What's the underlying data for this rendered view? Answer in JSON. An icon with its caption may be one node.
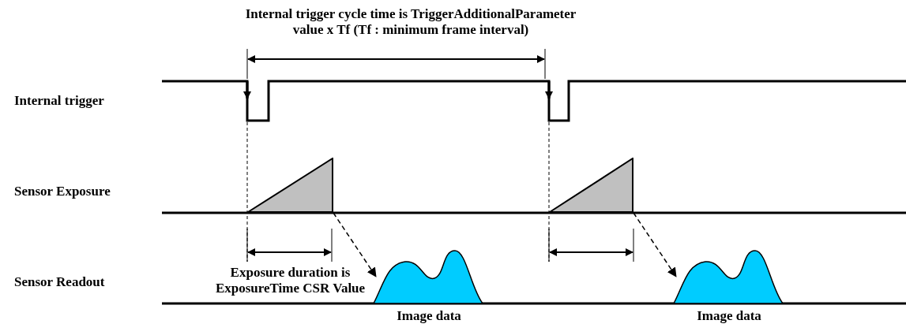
{
  "diagram": {
    "title": "Internal trigger cycle time is TriggerAdditionalParameter value x Tf (Tf : minimum frame interval)",
    "nodes": [
      {
        "text": [],
        "shape": "triangle"
      },
      {
        "text": [],
        "shape": "triangle"
      },
      {
        "text": [
          "Image data"
        ]
      },
      {
        "text": [
          "Image data"
        ]
      }
    ],
    "edges": [
      {
        "from": 0,
        "to": 2,
        "arrow": "to",
        "style": "dashed"
      },
      {
        "from": 1,
        "to": 3,
        "arrow": "to",
        "style": "dashed"
      }
    ],
    "labels": [
      "Internal trigger",
      "Sensor Exposure",
      "Sensor Readout",
      "Exposure duration is ExposureTime CSR Value"
    ]
  }
}
